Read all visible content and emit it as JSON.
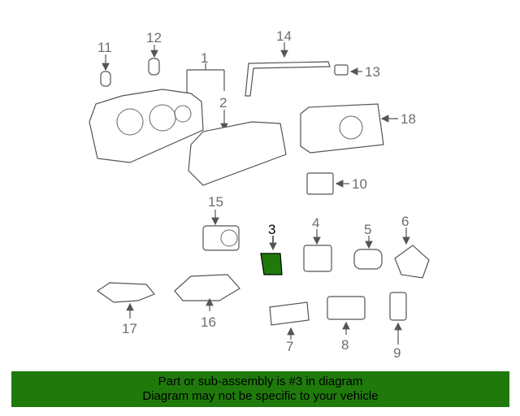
{
  "callouts": [
    "1",
    "2",
    "3",
    "4",
    "5",
    "6",
    "7",
    "8",
    "9",
    "10",
    "11",
    "12",
    "13",
    "14",
    "15",
    "16",
    "17",
    "18"
  ],
  "banner": {
    "line1": "Part or sub-assembly is #3 in diagram",
    "line2": "Diagram may not be specific to your vehicle"
  },
  "colors": {
    "highlight": "#1f7a0b",
    "banner": "#1f7a0b"
  }
}
